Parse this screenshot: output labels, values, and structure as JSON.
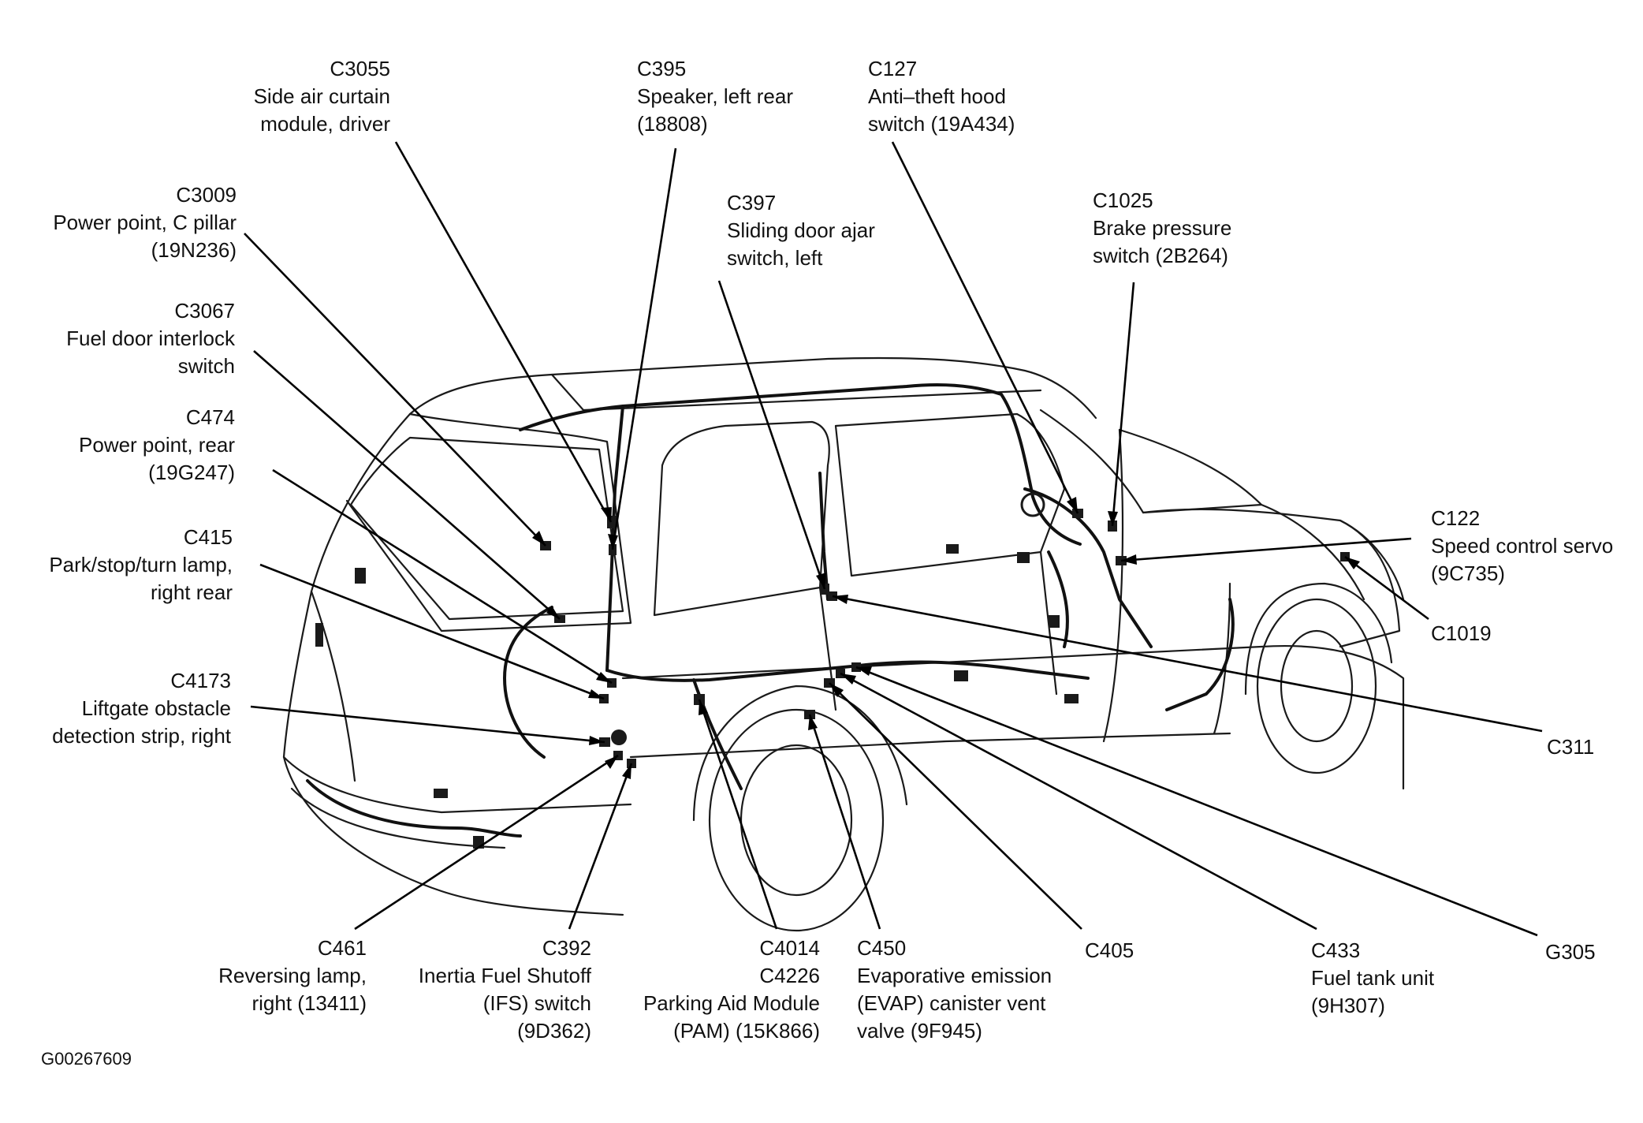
{
  "figure_id": "G00267609",
  "callouts": {
    "c3055": [
      "C3055",
      "Side air curtain",
      "module, driver"
    ],
    "c395": [
      "C395",
      "Speaker, left rear",
      "(18808)"
    ],
    "c127": [
      "C127",
      "Anti–theft hood",
      "switch (19A434)"
    ],
    "c3009": [
      "C3009",
      "Power point, C pillar",
      "(19N236)"
    ],
    "c397": [
      "C397",
      "Sliding door ajar",
      "switch, left"
    ],
    "c1025": [
      "C1025",
      "Brake pressure",
      "switch (2B264)"
    ],
    "c3067": [
      "C3067",
      "Fuel door interlock",
      "switch"
    ],
    "c474": [
      "C474",
      "Power point, rear",
      "(19G247)"
    ],
    "c415": [
      "C415",
      "Park/stop/turn lamp,",
      "right rear"
    ],
    "c122": [
      "C122",
      "Speed control servo",
      "(9C735)"
    ],
    "c1019": [
      "C1019"
    ],
    "c4173": [
      "C4173",
      "Liftgate obstacle",
      "detection strip, right"
    ],
    "c311": [
      "C311"
    ],
    "c461": [
      "C461",
      "Reversing lamp,",
      "right (13411)"
    ],
    "c392": [
      "C392",
      "Inertia Fuel Shutoff",
      "(IFS) switch",
      "(9D362)"
    ],
    "c4014": [
      "C4014",
      "C4226",
      "Parking Aid Module",
      "(PAM) (15K866)"
    ],
    "c450": [
      "C450",
      "Evaporative emission",
      "(EVAP) canister vent",
      "valve (9F945)"
    ],
    "c405": [
      "C405"
    ],
    "c433": [
      "C433",
      "Fuel tank unit",
      "(9H307)"
    ],
    "g305": [
      "G305"
    ]
  }
}
